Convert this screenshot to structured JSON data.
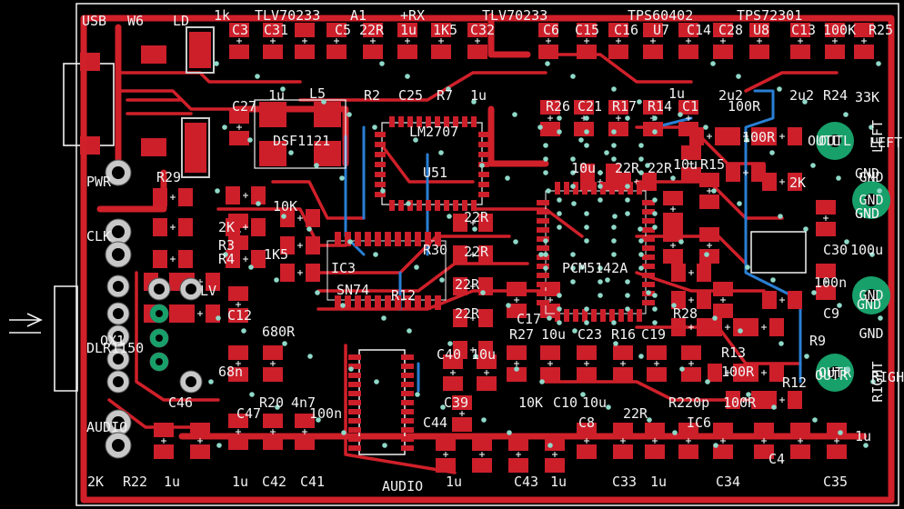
{
  "board": {
    "background": "#000000",
    "copper_color": "#cc1f2a",
    "back_copper_color": "#2a7fd4",
    "silkscreen_color": "#f2f2f2",
    "pad_finish_color": "#18a06a"
  },
  "top_labels": [
    {
      "text": "USB"
    },
    {
      "text": "W6"
    },
    {
      "text": "LD"
    },
    {
      "text": "1k"
    },
    {
      "text": "TLV70233"
    },
    {
      "text": "A1"
    },
    {
      "text": "+RX"
    },
    {
      "text": "TLV70233"
    },
    {
      "text": "TPS60402"
    },
    {
      "text": "TPS72301"
    },
    {
      "text": "C3"
    },
    {
      "text": "C31"
    },
    {
      "text": "C5"
    },
    {
      "text": "22R"
    },
    {
      "text": "1u"
    },
    {
      "text": "1K5"
    },
    {
      "text": "C32"
    },
    {
      "text": "C6"
    },
    {
      "text": "C15"
    },
    {
      "text": "C16"
    },
    {
      "text": "U7"
    },
    {
      "text": "C14"
    },
    {
      "text": "C28"
    },
    {
      "text": "U8"
    },
    {
      "text": "C13"
    },
    {
      "text": "100K"
    },
    {
      "text": "R25"
    }
  ],
  "component_labels": [
    {
      "text": "1u"
    },
    {
      "text": "L5"
    },
    {
      "text": "R2"
    },
    {
      "text": "C25"
    },
    {
      "text": "R7"
    },
    {
      "text": "1u"
    },
    {
      "text": "1u"
    },
    {
      "text": "2u2"
    },
    {
      "text": "2u2"
    },
    {
      "text": "R24"
    },
    {
      "text": "33K"
    },
    {
      "text": "C27"
    },
    {
      "text": "DSF1121"
    },
    {
      "text": "LM2707"
    },
    {
      "text": "U51"
    },
    {
      "text": "R26"
    },
    {
      "text": "C21"
    },
    {
      "text": "R17"
    },
    {
      "text": "R14"
    },
    {
      "text": "C1"
    },
    {
      "text": "100R"
    },
    {
      "text": "100R"
    },
    {
      "text": "OUTL"
    },
    {
      "text": "LEFT"
    },
    {
      "text": "R29"
    },
    {
      "text": "10u"
    },
    {
      "text": "22R"
    },
    {
      "text": "22R"
    },
    {
      "text": "10u"
    },
    {
      "text": "R15"
    },
    {
      "text": "GND"
    },
    {
      "text": "GND"
    },
    {
      "text": "2K"
    },
    {
      "text": "2K"
    },
    {
      "text": "10K"
    },
    {
      "text": "R30"
    },
    {
      "text": "22R"
    },
    {
      "text": "22R"
    },
    {
      "text": "PCM5142A"
    },
    {
      "text": "C30"
    },
    {
      "text": "100u"
    },
    {
      "text": "R3"
    },
    {
      "text": "R4"
    },
    {
      "text": "1K5"
    },
    {
      "text": "22R"
    },
    {
      "text": "22R"
    },
    {
      "text": "IC3"
    },
    {
      "text": "SN74"
    },
    {
      "text": "R12"
    },
    {
      "text": "R28"
    },
    {
      "text": "100n"
    },
    {
      "text": "C9"
    },
    {
      "text": "GND"
    },
    {
      "text": "GND"
    },
    {
      "text": "DLR1150"
    },
    {
      "text": "OX1"
    },
    {
      "text": "LV"
    },
    {
      "text": "C12"
    },
    {
      "text": "680R"
    },
    {
      "text": "C17"
    },
    {
      "text": "R27"
    },
    {
      "text": "10u"
    },
    {
      "text": "C23"
    },
    {
      "text": "R16"
    },
    {
      "text": "C19"
    },
    {
      "text": "RIGHT"
    },
    {
      "text": "R9"
    },
    {
      "text": "C40"
    },
    {
      "text": "10u"
    },
    {
      "text": "100R"
    },
    {
      "text": "R13"
    },
    {
      "text": "R12"
    },
    {
      "text": "OUTR"
    },
    {
      "text": "68n"
    },
    {
      "text": "C46"
    },
    {
      "text": "R20"
    },
    {
      "text": "4n7"
    },
    {
      "text": "10K"
    },
    {
      "text": "C10"
    },
    {
      "text": "10u"
    },
    {
      "text": "22R"
    },
    {
      "text": "R220p"
    },
    {
      "text": "100R"
    },
    {
      "text": "C39"
    },
    {
      "text": "C8"
    },
    {
      "text": "IC6"
    },
    {
      "text": "C47"
    },
    {
      "text": "100n"
    },
    {
      "text": "C44"
    },
    {
      "text": "AUDIO"
    },
    {
      "text": "2K"
    },
    {
      "text": "R22"
    },
    {
      "text": "1u"
    },
    {
      "text": "1u"
    },
    {
      "text": "C42"
    },
    {
      "text": "C41"
    },
    {
      "text": "1u"
    },
    {
      "text": "C43"
    },
    {
      "text": "1u"
    },
    {
      "text": "C33"
    },
    {
      "text": "1u"
    },
    {
      "text": "C34"
    },
    {
      "text": "C4"
    },
    {
      "text": "C35"
    },
    {
      "text": "1u"
    },
    {
      "text": "PWR"
    },
    {
      "text": "CLK"
    },
    {
      "text": "AUDIO"
    }
  ],
  "connectors": [
    {
      "name": "OUTL",
      "label": "OUTL"
    },
    {
      "name": "GND1",
      "label": "GND"
    },
    {
      "name": "GND2",
      "label": "GND"
    },
    {
      "name": "OUTR",
      "label": "OUTR"
    }
  ],
  "side_labels": {
    "left": "LEFT",
    "right": "RIGHT",
    "gnd_top": "GND",
    "gnd_bottom": "GND"
  }
}
